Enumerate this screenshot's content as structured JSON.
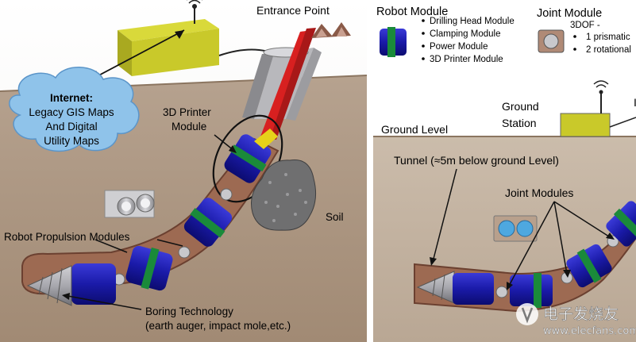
{
  "left_panel": {
    "entrance_point": "Entrance Point",
    "internet_title": "Internet:",
    "internet_lines": [
      "Legacy GIS Maps",
      "And Digital",
      "Utility Maps"
    ],
    "printer_module": [
      "3D Printer",
      "Module"
    ],
    "soil": "Soil",
    "propulsion": "Robot Propulsion Modules",
    "boring": [
      "Boring Technology",
      "(earth auger, impact mole,etc.)"
    ]
  },
  "legend": {
    "robot_module_title": "Robot Module",
    "robot_module_items": [
      "Drilling Head Module",
      "Clamping Module",
      "Power Module",
      "3D Printer Module"
    ],
    "joint_module_title": "Joint Module",
    "joint_module_sub": "3DOF -",
    "joint_module_items": [
      "1 prismatic",
      "2 rotational"
    ]
  },
  "right_panel": {
    "ground_station": [
      "Ground",
      "Station"
    ],
    "ground_level": "Ground Level",
    "tunnel": "Tunnel (≈5m below ground Level)",
    "joint_modules": "Joint Modules"
  },
  "watermark": {
    "text_cn": "电子发烧友",
    "url": "www.elecfans.com"
  }
}
